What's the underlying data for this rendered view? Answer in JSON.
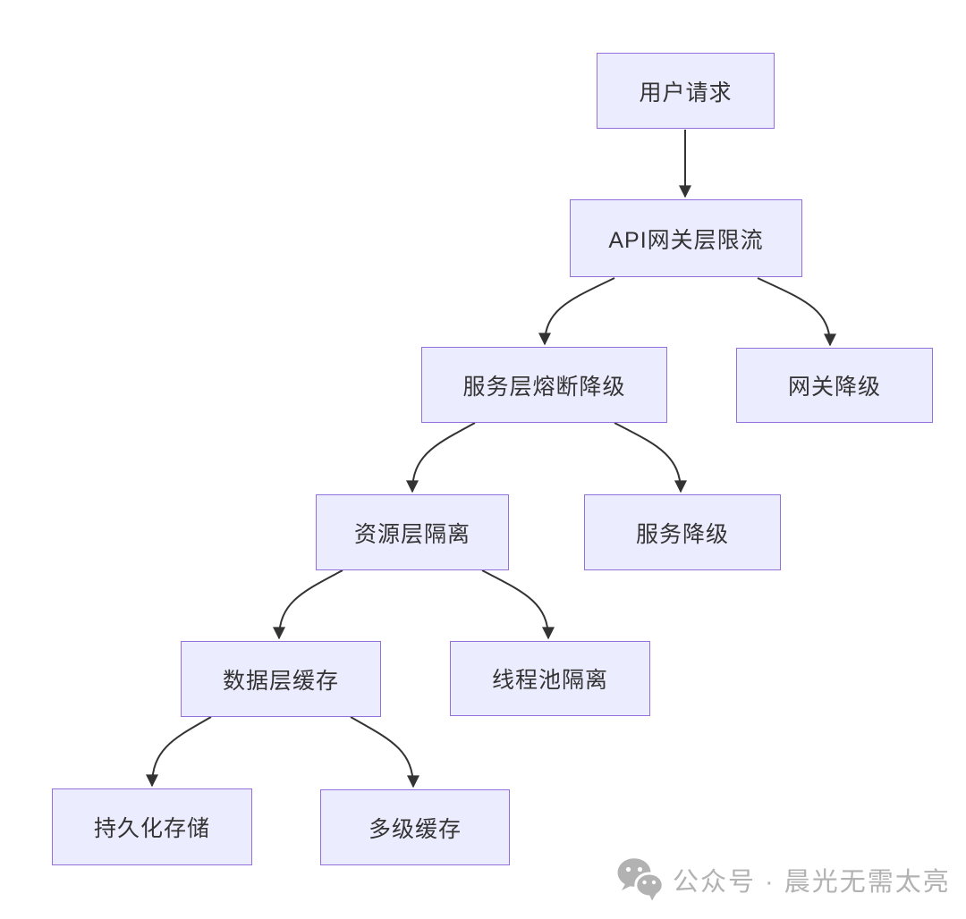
{
  "diagram": {
    "type": "flowchart",
    "direction": "top-down",
    "nodes": [
      {
        "id": "user-request",
        "label": "用户请求"
      },
      {
        "id": "api-gateway-rate-limit",
        "label": "API网关层限流"
      },
      {
        "id": "service-circuit-breaker",
        "label": "服务层熔断降级"
      },
      {
        "id": "gateway-degradation",
        "label": "网关降级"
      },
      {
        "id": "resource-isolation",
        "label": "资源层隔离"
      },
      {
        "id": "service-degradation",
        "label": "服务降级"
      },
      {
        "id": "data-layer-cache",
        "label": "数据层缓存"
      },
      {
        "id": "thread-pool-isolation",
        "label": "线程池隔离"
      },
      {
        "id": "persistent-storage",
        "label": "持久化存储"
      },
      {
        "id": "multi-level-cache",
        "label": "多级缓存"
      }
    ],
    "edges": [
      {
        "from": "用户请求",
        "to": "API网关层限流"
      },
      {
        "from": "API网关层限流",
        "to": "服务层熔断降级"
      },
      {
        "from": "API网关层限流",
        "to": "网关降级"
      },
      {
        "from": "服务层熔断降级",
        "to": "资源层隔离"
      },
      {
        "from": "服务层熔断降级",
        "to": "服务降级"
      },
      {
        "from": "资源层隔离",
        "to": "数据层缓存"
      },
      {
        "from": "资源层隔离",
        "to": "线程池隔离"
      },
      {
        "from": "数据层缓存",
        "to": "持久化存储"
      },
      {
        "from": "数据层缓存",
        "to": "多级缓存"
      }
    ],
    "colors": {
      "node_fill": "#ECECFF",
      "node_border": "#9370DB",
      "node_text": "#333333",
      "edge_stroke": "#333333",
      "watermark": "#b2b2b2",
      "background": "#ffffff"
    }
  },
  "watermark": {
    "icon": "wechat-icon",
    "text": "公众号 · 晨光无需太亮"
  }
}
